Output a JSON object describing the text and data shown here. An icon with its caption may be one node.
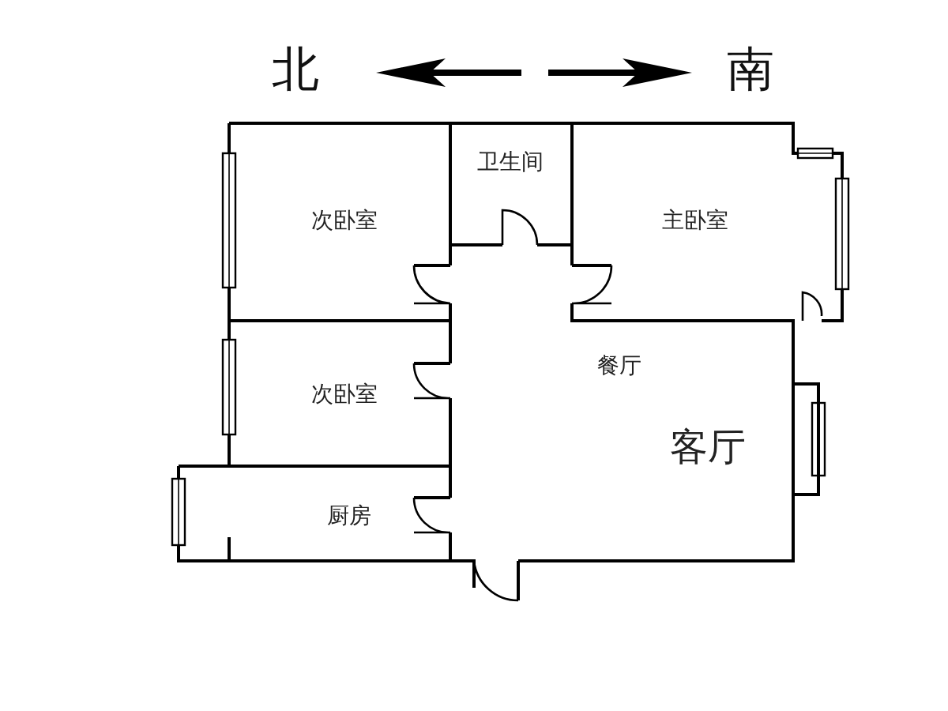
{
  "diagram": {
    "nodes": [
      {
        "text": [
          "次卧室"
        ]
      },
      {
        "text": [
          "卫生间"
        ]
      },
      {
        "text": [
          "主卧室"
        ]
      },
      {
        "text": [
          "次卧室"
        ]
      },
      {
        "text": [
          "餐厅",
          "客厅"
        ]
      },
      {
        "text": [
          "厨房"
        ]
      }
    ],
    "labels": [
      "北",
      "南"
    ]
  }
}
